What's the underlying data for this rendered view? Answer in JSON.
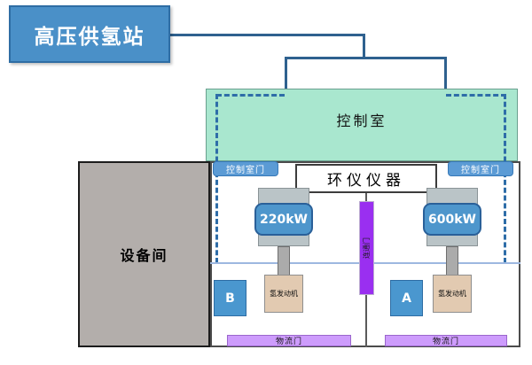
{
  "title": {
    "label": "高压供氢站"
  },
  "control_room": {
    "label": "控制室",
    "left_door_label": "控制室门",
    "right_door_label": "控制室门"
  },
  "instrument_box": {
    "label": "环仪仪器"
  },
  "equipment_room": {
    "label": "设备间"
  },
  "partition": {
    "door_label": "连通门"
  },
  "test_cells": {
    "left": {
      "dyno_power": "220kW",
      "engine_label": "氢发动机",
      "cell_id": "B",
      "logistics_door_label": "物流门"
    },
    "right": {
      "dyno_power": "600kW",
      "engine_label": "氢发动机",
      "cell_id": "A",
      "logistics_door_label": "物流门"
    }
  },
  "colors": {
    "title_fill": "#4a90c8",
    "title_border": "#2e6da4",
    "connector_line": "#2f618f",
    "control_room_fill": "#a9e7cf",
    "dashed_boundary": "#2e6da8",
    "equipment_room_fill": "#b3aeab",
    "door_label_fill": "#5b9bd5",
    "dyno_gray_fill": "#bac4c7",
    "kw_box_fill": "#4e96cc",
    "engine_fill": "#e2cab1",
    "purple_door_fill": "#9a2ff0",
    "cell_id_fill": "#4a97cf",
    "logistics_door_fill": "#cd9cfc",
    "blue_rule": "#9db8e0"
  }
}
